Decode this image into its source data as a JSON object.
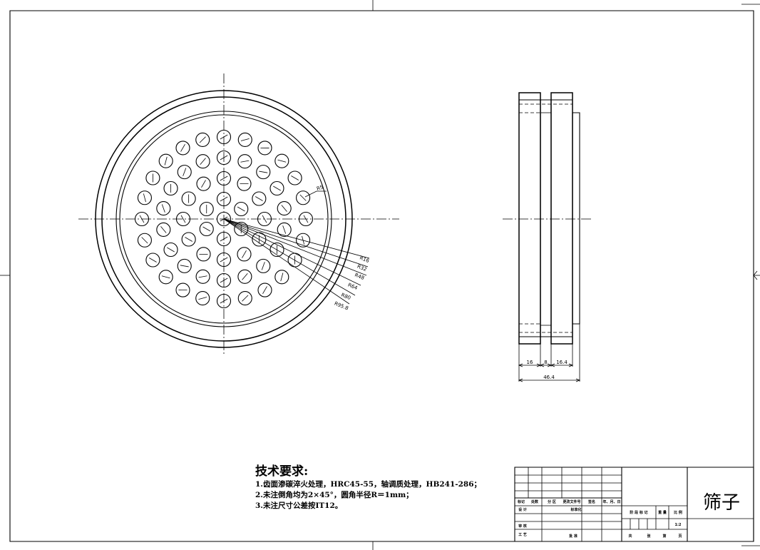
{
  "drawing": {
    "radius_labels": [
      "R5",
      "R16",
      "R32",
      "R48",
      "R64",
      "R80",
      "R95.8"
    ],
    "side_dimensions": {
      "d1": "16",
      "d2": "8",
      "d3": "16.4",
      "total": "46.4"
    }
  },
  "notes": {
    "heading": "技术要求:",
    "lines": [
      "1.齿面渗碳淬火处理，HRC45-55，轴调质处理，HB241-286；",
      "2.未注倒角均为2×45°，圆角半径R＝1mm；",
      "3.未注尺寸公差按IT12。"
    ]
  },
  "title_block": {
    "part_name": "筛子",
    "scale": "1:2",
    "headers": [
      "标记",
      "处数",
      "分 区",
      "更改文件号",
      "签名",
      "年、月、日"
    ],
    "row_design": "设 计",
    "row_standard": "标准化",
    "stage_headers": [
      "阶 段 标 记",
      "重 量",
      "比 例"
    ],
    "row_review": "审 核",
    "row_process": "工 艺",
    "approve": "批 准",
    "sheet_info": [
      "共",
      "张",
      "第",
      "页"
    ]
  }
}
